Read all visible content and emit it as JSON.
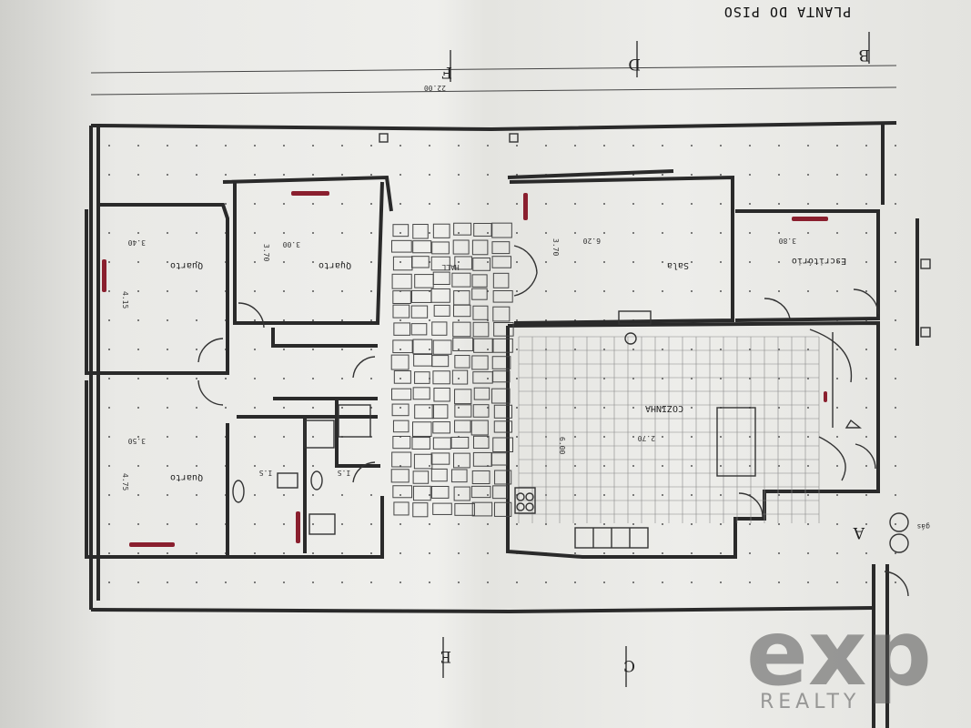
{
  "title": "PLANTA DO PISO",
  "rooms": {
    "quarto_1": "Quarto",
    "quarto_2": "Quarto",
    "quarto_3": "Quarto",
    "sala": "Sala",
    "escritorio": "Escritório",
    "cozinha": "COZINHA",
    "is_1": "I.S",
    "is_2": "I.S",
    "hall": "HALL"
  },
  "axes": {
    "top": [
      "F",
      "D",
      "B"
    ],
    "bottom": [
      "E",
      "C"
    ],
    "side": [
      "A"
    ]
  },
  "dims": {
    "q1_w": "3.40",
    "q1_h": "4.15",
    "q2_w": "3.00",
    "q2_h": "3.70",
    "sala_w": "6.20",
    "sala_h": "3.70",
    "esc_w": "3.80",
    "q3_w": "3.50",
    "q3_h": "4.75",
    "coz_w": "6.00",
    "coz_h": "2.70",
    "top_chain": "22.00"
  },
  "gas_label": "gás",
  "logo": {
    "brand": "exp",
    "sub": "REALTY"
  }
}
